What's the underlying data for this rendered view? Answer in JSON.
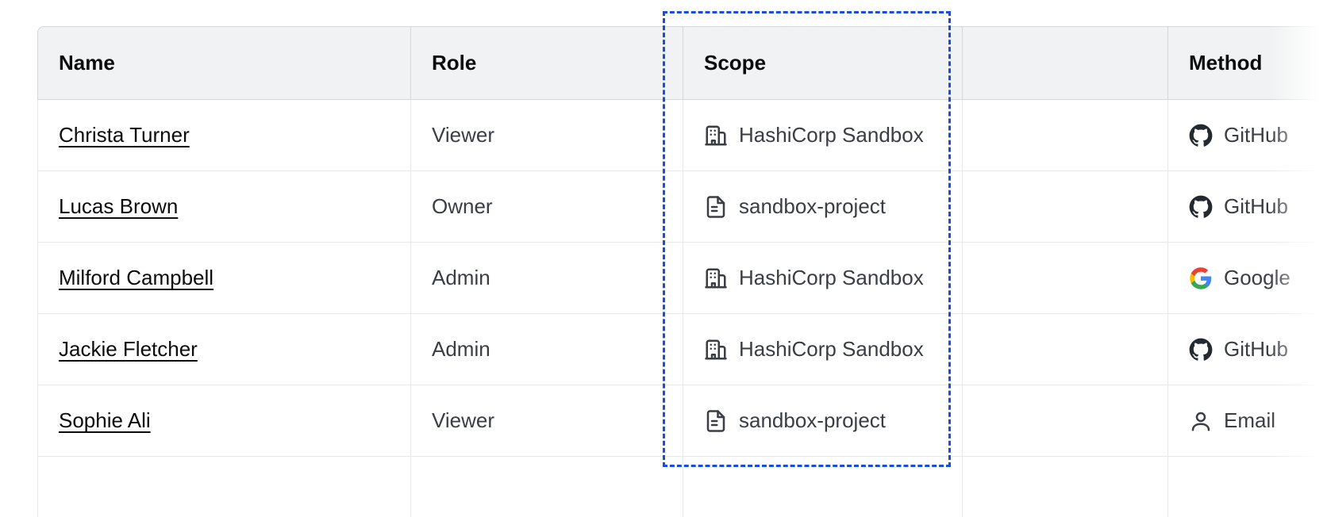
{
  "table": {
    "columns": [
      {
        "key": "name",
        "label": "Name"
      },
      {
        "key": "role",
        "label": "Role"
      },
      {
        "key": "scope",
        "label": "Scope"
      },
      {
        "key": "blank",
        "label": ""
      },
      {
        "key": "method",
        "label": "Method"
      }
    ],
    "rows": [
      {
        "name": "Christa Turner",
        "role": "Viewer",
        "scope": "HashiCorp Sandbox",
        "scope_icon": "building-icon",
        "blank": "",
        "method": "GitHub",
        "method_icon": "github-icon"
      },
      {
        "name": "Lucas Brown",
        "role": "Owner",
        "scope": "sandbox-project",
        "scope_icon": "document-icon",
        "blank": "",
        "method": "GitHub",
        "method_icon": "github-icon"
      },
      {
        "name": "Milford Campbell",
        "role": "Admin",
        "scope": "HashiCorp Sandbox",
        "scope_icon": "building-icon",
        "blank": "",
        "method": "Google",
        "method_icon": "google-icon"
      },
      {
        "name": "Jackie Fletcher",
        "role": "Admin",
        "scope": "HashiCorp Sandbox",
        "scope_icon": "building-icon",
        "blank": "",
        "method": "GitHub",
        "method_icon": "github-icon"
      },
      {
        "name": "Sophie Ali",
        "role": "Viewer",
        "scope": "sandbox-project",
        "scope_icon": "document-icon",
        "blank": "",
        "method": "Email",
        "method_icon": "user-icon"
      },
      {
        "name": "",
        "role": "",
        "scope": "",
        "scope_icon": "",
        "blank": "",
        "method": "",
        "method_icon": ""
      }
    ]
  },
  "highlight": {
    "target_column": "Scope",
    "color": "#1b4ed8",
    "style": "dashed"
  },
  "colors": {
    "header_bg": "#f1f2f3",
    "header_text": "#0c0c0e",
    "body_text": "#3b3d45",
    "link_text": "#0c0c0e",
    "border": "#e7e8ea",
    "header_border": "#d6d7da",
    "icon": "#3b3d45",
    "github": "#24292f",
    "google_blue": "#4285f4",
    "google_red": "#ea4335",
    "google_yellow": "#fbbc05",
    "google_green": "#34a853"
  }
}
